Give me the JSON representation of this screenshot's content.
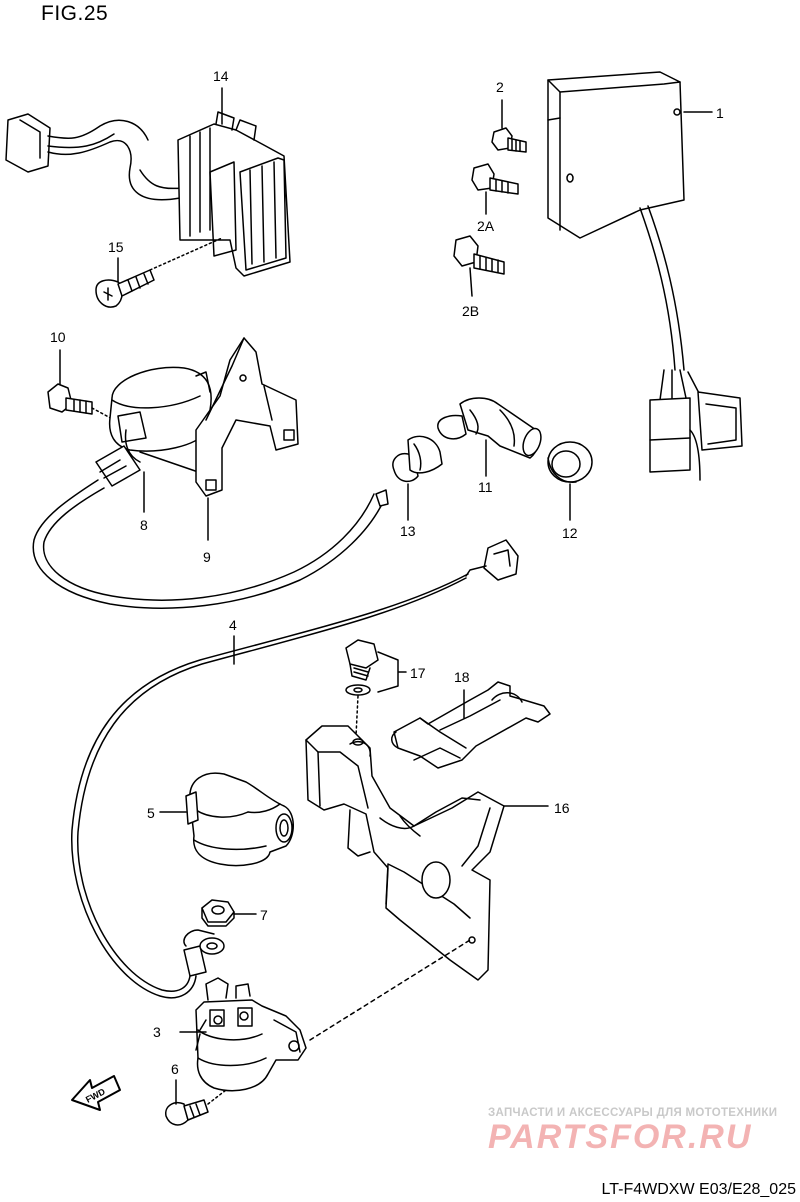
{
  "figure_label": "FIG.25",
  "footer_code": "LT-F4WDXW E03/E28_025",
  "watermark": {
    "subtitle": "ЗАПЧАСТИ И АКСЕССУАРЫ ДЛЯ МОТОТЕХНИКИ",
    "brand": "PARTSFOR.RU"
  },
  "fwd_label": "FWD",
  "callouts": {
    "c1": "1",
    "c2": "2",
    "c2a": "2A",
    "c2b": "2B",
    "c3": "3",
    "c4": "4",
    "c5": "5",
    "c6": "6",
    "c7": "7",
    "c8": "8",
    "c9": "9",
    "c10": "10",
    "c11": "11",
    "c12": "12",
    "c13": "13",
    "c14": "14",
    "c15": "15",
    "c16": "16",
    "c17": "17",
    "c18": "18"
  }
}
